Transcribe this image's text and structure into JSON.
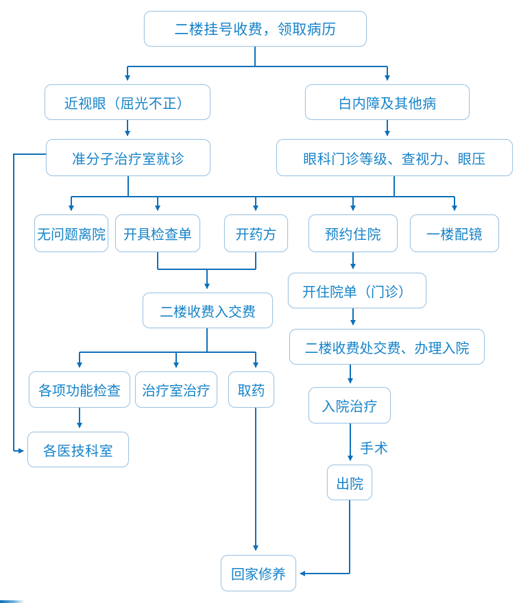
{
  "diagram": {
    "type": "flowchart",
    "language": "zh-CN",
    "colors": {
      "line": "#0c70ba",
      "box_border": "#9fc4e3",
      "box_text": "#1583c9",
      "box_background": "#ffffff"
    },
    "nodes": {
      "register": {
        "label": "二楼挂号收费，领取病历"
      },
      "myopia": {
        "label": "近视眼（屈光不正）"
      },
      "cataract": {
        "label": "白内障及其他病"
      },
      "excimer": {
        "label": "准分子治疗室就诊"
      },
      "clinic": {
        "label": "眼科门诊等级、查视力、眼压"
      },
      "no_problem": {
        "label": "无问题离院"
      },
      "checklist": {
        "label": "开具检查单"
      },
      "prescription": {
        "label": "开药方"
      },
      "reserve": {
        "label": "预约住院"
      },
      "glasses": {
        "label": "一楼配镜"
      },
      "pay_second_floor": {
        "label": "二楼收费入交费"
      },
      "admission_form": {
        "label": "开住院单（门诊）"
      },
      "pay_admission": {
        "label": "二楼收费处交费、办理入院"
      },
      "func_check": {
        "label": "各项功能检查"
      },
      "treatment_room": {
        "label": "治疗室治疗"
      },
      "take_medicine": {
        "label": "取药"
      },
      "med_tech": {
        "label": "各医技科室"
      },
      "inpatient": {
        "label": "入院治疗"
      },
      "discharge": {
        "label": "出院"
      },
      "home": {
        "label": "回家修养"
      }
    },
    "edge_labels": {
      "surgery": "手术"
    },
    "edges": [
      {
        "from": "register",
        "to": "myopia"
      },
      {
        "from": "register",
        "to": "cataract"
      },
      {
        "from": "myopia",
        "to": "excimer"
      },
      {
        "from": "cataract",
        "to": "clinic"
      },
      {
        "type": "bus",
        "from": [
          "excimer",
          "clinic"
        ],
        "to": [
          "no_problem",
          "checklist",
          "prescription",
          "reserve",
          "glasses"
        ]
      },
      {
        "from": "checklist",
        "to": "pay_second_floor"
      },
      {
        "from": "prescription",
        "to": "pay_second_floor"
      },
      {
        "from": "reserve",
        "to": "admission_form"
      },
      {
        "from": "admission_form",
        "to": "pay_admission"
      },
      {
        "from": "pay_second_floor",
        "to": "func_check"
      },
      {
        "from": "pay_second_floor",
        "to": "treatment_room"
      },
      {
        "from": "pay_second_floor",
        "to": "take_medicine"
      },
      {
        "from": "func_check",
        "to": "med_tech"
      },
      {
        "from": "excimer",
        "to": "med_tech"
      },
      {
        "from": "pay_admission",
        "to": "inpatient"
      },
      {
        "from": "inpatient",
        "to": "discharge",
        "label": "手术"
      },
      {
        "from": "take_medicine",
        "to": "home"
      },
      {
        "from": "discharge",
        "to": "home"
      }
    ]
  }
}
